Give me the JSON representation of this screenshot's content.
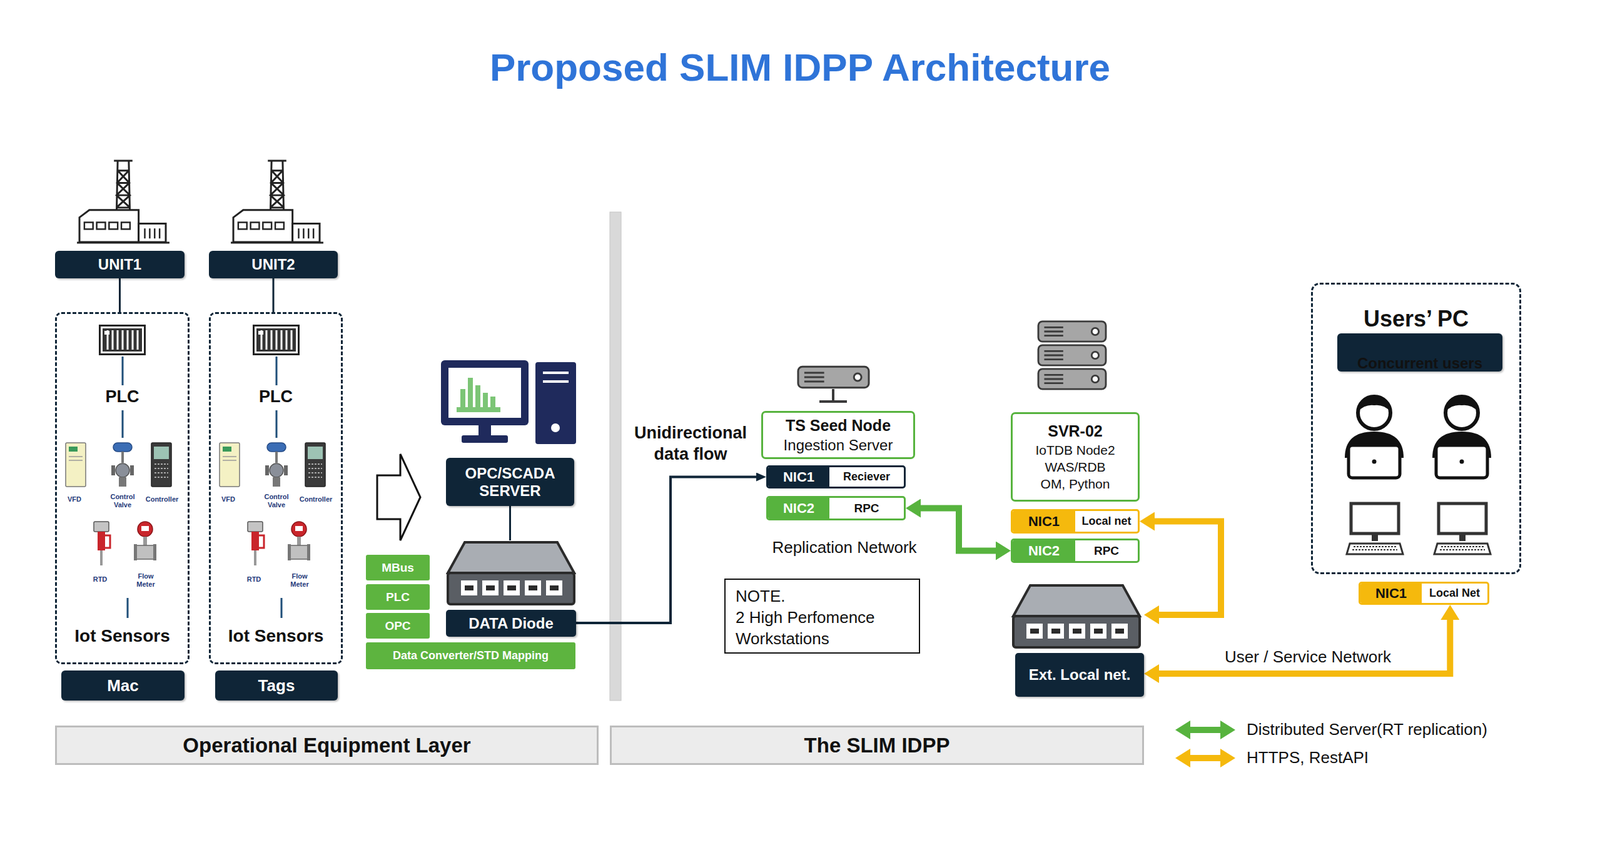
{
  "diagram": {
    "title": "Proposed SLIM IDPP Architecture",
    "nodes": [
      {
        "text": [
          "UNIT1"
        ]
      },
      {
        "text": [
          "UNIT2"
        ]
      },
      {
        "text": [
          "PLC",
          "Iot Sensors"
        ]
      },
      {
        "text": [
          "PLC",
          "Iot Sensors"
        ]
      },
      {
        "text": [
          "Mac"
        ]
      },
      {
        "text": [
          "Tags"
        ]
      },
      {
        "text": [
          "OPC/SCADA SERVER"
        ]
      },
      {
        "text": [
          "MBus"
        ]
      },
      {
        "text": [
          "PLC"
        ]
      },
      {
        "text": [
          "OPC"
        ]
      },
      {
        "text": [
          "Data Converter/STD Mapping"
        ]
      },
      {
        "text": [
          "DATA Diode"
        ]
      },
      {
        "text": [
          "TS Seed Node",
          "Ingestion Server"
        ]
      },
      {
        "text": [
          "NIC1",
          "Reciever"
        ]
      },
      {
        "text": [
          "NIC2",
          "RPC"
        ]
      },
      {
        "text": [
          "SVR-02",
          "IoTDB Node2 WAS/RDB OM, Python"
        ]
      },
      {
        "text": [
          "NIC1",
          "Local net"
        ]
      },
      {
        "text": [
          "NIC2",
          "RPC"
        ]
      },
      {
        "text": [
          "Ext. Local net."
        ]
      },
      {
        "text": [
          "Users’ PC"
        ]
      },
      {
        "text": [
          "Concurrent users"
        ],
        "in": 19
      },
      {
        "text": [
          "NIC1",
          "Local Net"
        ]
      },
      {
        "text": [
          "NOTE.",
          "2 High Perfomence Workstations"
        ]
      },
      {
        "text": [
          "Operational Equipment Layer"
        ]
      },
      {
        "text": [
          "The SLIM IDPP"
        ]
      }
    ],
    "edges": [
      {
        "from": 0,
        "to": 2,
        "arrow": "none"
      },
      {
        "from": 1,
        "to": 3,
        "arrow": "none"
      },
      {
        "from": 6,
        "to": 11,
        "arrow": "none"
      },
      {
        "from": 11,
        "to": 13,
        "arrow": "to",
        "label": "Unidirectional data flow"
      },
      {
        "from": 14,
        "to": 17,
        "arrow": "both"
      },
      {
        "from": 16,
        "to": 18,
        "arrow": "both"
      },
      {
        "from": 18,
        "to": 21,
        "arrow": "both",
        "label": "User / Service Network"
      }
    ],
    "labels": [
      "VFD",
      "Control Valve",
      "Controller",
      "RTD",
      "Flow Meter",
      "VFD",
      "Control Valve",
      "Controller",
      "RTD",
      "Flow Meter",
      "Replication Network"
    ],
    "legend": [
      {
        "text": "Distributed Server(RT replication)"
      },
      {
        "text": "HTTPS, RestAPI"
      }
    ]
  }
}
